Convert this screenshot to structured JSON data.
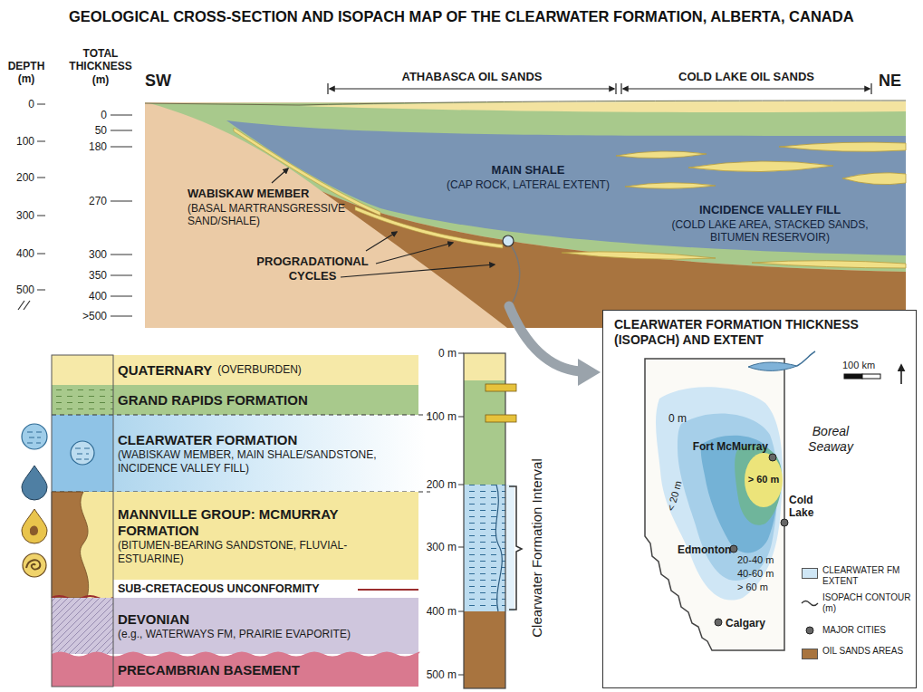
{
  "diagram": {
    "title": "GEOLOGICAL CROSS-SECTION AND ISOPACH MAP OF THE CLEARWATER FORMATION, ALBERTA, CANADA",
    "nodes": [
      {
        "text": [
          "QUATERNARY",
          "(OVERBURDEN)"
        ]
      },
      {
        "text": [
          "GRAND RAPIDS FORMATION"
        ]
      },
      {
        "text": [
          "CLEARWATER FORMATION",
          "(WABISKAW MEMBER, MAIN SHALE/SANDSTONE, INCIDENCE VALLEY FILL)"
        ]
      },
      {
        "text": [
          "MANNVILLE GROUP: MCMURRAY FORMATION",
          "(BITUMEN-BEARING SANDSTONE, FLUVIAL-ESTUARINE)"
        ]
      },
      {
        "text": [
          "DEVONIAN",
          "(e.g., WATERWAYS FM, PRAIRIE EVAPORITE)"
        ]
      },
      {
        "text": [
          "PRECAMBRIAN BASEMENT"
        ]
      },
      {
        "text": [
          "CLEARWATER FORMATION THICKNESS (ISOPACH) AND EXTENT"
        ]
      }
    ],
    "labels": [
      "DEPTH (m)",
      "TOTAL THICKNESS (m)",
      "0",
      "100",
      "200",
      "300",
      "400",
      "500",
      "0",
      "50",
      "180",
      "270",
      "300",
      "350",
      "400",
      ">500",
      "SW",
      "NE",
      "ATHABASCA OIL SANDS",
      "COLD LAKE OIL SANDS",
      "WABISKAW MEMBER",
      "(BASAL MARTRANSGRESSIVE SAND/SHALE)",
      "PROGRADATIONAL CYCLES",
      "MAIN SHALE",
      "(CAP ROCK, LATERAL EXTENT)",
      "INCIDENCE VALLEY FILL",
      "(COLD LAKE AREA, STACKED SANDS, BITUMEN RESERVOIR)",
      "SUB-CRETACEOUS UNCONFORMITY",
      "0 m",
      "100 m",
      "200 m",
      "300 m",
      "400 m",
      "500 m",
      "Clearwater Formation Interval",
      "100 km",
      "0 m",
      "Fort McMurray",
      "Boreal Seaway",
      "> 60 m",
      "< 20 m",
      "Cold Lake",
      "Edmonton",
      "20-40 m",
      "40-60 m",
      "> 60 m",
      "Calgary"
    ],
    "legend": [
      {
        "text": "CLEARWATER FM EXTENT",
        "color": "#cfe6f5"
      },
      {
        "text": "ISOPACH CONTOUR (m)"
      },
      {
        "text": "MAJOR CITIES"
      },
      {
        "text": "OIL SANDS AREAS",
        "color": "#a8743f"
      }
    ]
  }
}
